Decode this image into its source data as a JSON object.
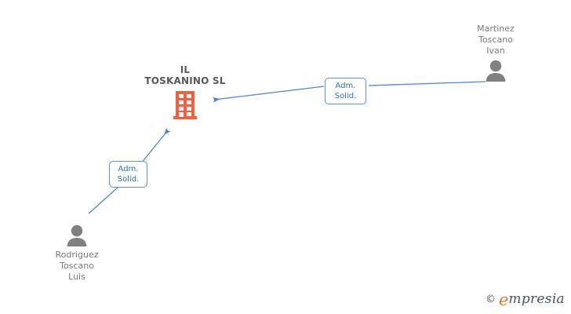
{
  "diagram": {
    "background_color": "#ffffff",
    "edge_color": "#4a86d4",
    "company_color": "#f4603e",
    "person_color": "#808080",
    "label_border_color": "#5b93d8",
    "label_text_color": "#2f6fbd",
    "company": {
      "name_line1": "IL",
      "name_line2": "TOSKANINO SL",
      "icon": "building-icon"
    },
    "persons": [
      {
        "id": "martinez-toscano-ivan",
        "name_line1": "Martinez",
        "name_line2": "Toscano",
        "name_line3": "Ivan",
        "icon": "person-icon",
        "label_position": "top"
      },
      {
        "id": "rodriguez-toscano-luis",
        "name_line1": "Rodriguez",
        "name_line2": "Toscano",
        "name_line3": "Luis",
        "icon": "person-icon",
        "label_position": "bottom"
      }
    ],
    "relations": [
      {
        "id": "relation-martinez",
        "from": "martinez-toscano-ivan",
        "to": "il-toskanino-sl",
        "label_line1": "Adm.",
        "label_line2": "Solid."
      },
      {
        "id": "relation-rodriguez",
        "from": "rodriguez-toscano-luis",
        "to": "il-toskanino-sl",
        "label_line1": "Adm.",
        "label_line2": "Solid."
      }
    ]
  },
  "watermark": {
    "copyright": "©",
    "brand_first": "e",
    "brand_rest": "mpresia"
  }
}
